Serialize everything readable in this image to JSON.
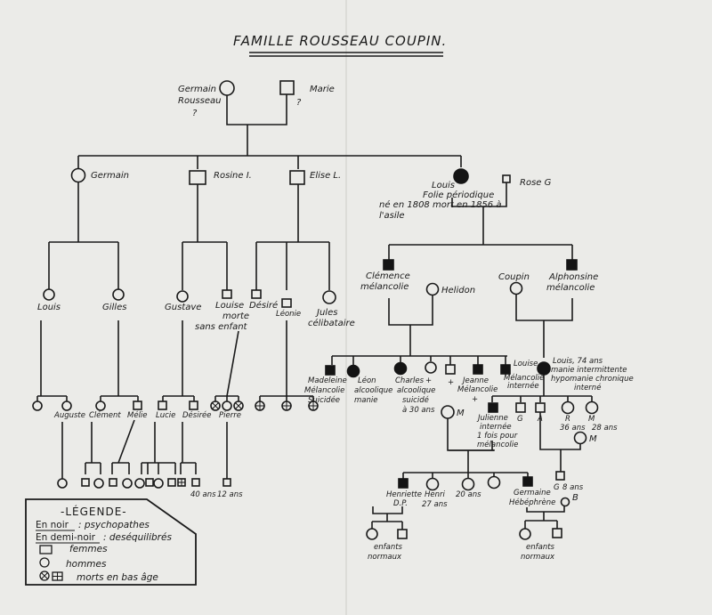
{
  "title": "FAMILLE ROUSSEAU COUPIN.",
  "gen1": {
    "father": {
      "name": "Germain Rousseau",
      "line1": "Germain",
      "line2": "Rousseau",
      "mark": "?"
    },
    "mother": {
      "name": "Marie",
      "mark": "?"
    }
  },
  "gen2": [
    {
      "name": "Germain",
      "sex": "male"
    },
    {
      "name": "Rosine I.",
      "sex": "female"
    },
    {
      "name": "Elise L.",
      "sex": "female"
    },
    {
      "name": "Louis",
      "sex": "male",
      "status": "psychopathe",
      "notes": [
        "Folie périodique",
        "né en 1808 mort en 1856 à",
        "l'asile"
      ]
    },
    {
      "name": "Rose G",
      "sex": "female",
      "role": "spouse"
    }
  ],
  "gen3_left": [
    {
      "name": "Louis",
      "sex": "male"
    },
    {
      "name": "Gilles",
      "sex": "male"
    },
    {
      "name": "Gustave",
      "sex": "male"
    },
    {
      "name": "Louise",
      "sex": "female",
      "notes": [
        "morte",
        "sans enfant"
      ]
    },
    {
      "name": "Désiré",
      "sex": "female"
    },
    {
      "name": "Léonie",
      "sex": "female"
    },
    {
      "name": "Jules",
      "sex": "male",
      "notes": [
        "célibataire"
      ]
    }
  ],
  "gen3_right": [
    {
      "name": "Clémence",
      "sex": "female",
      "status": "psychopathe",
      "note": "mélancolie"
    },
    {
      "name": "Helidon",
      "sex": "male",
      "role": "spouse"
    },
    {
      "name": "Coupin",
      "sex": "male",
      "role": "spouse"
    },
    {
      "name": "Alphonsine",
      "sex": "female",
      "status": "psychopathe",
      "note": "mélancolie"
    }
  ],
  "gen4_left": [
    "Auguste",
    "Clément",
    "Mélie",
    "Lucie",
    "Désirée",
    "Pierre"
  ],
  "gen4_right": [
    {
      "name": "Madeleine",
      "notes": [
        "Mélancolie",
        "Suicidée"
      ]
    },
    {
      "name": "Léon",
      "notes": [
        "alcoolique",
        "manie"
      ]
    },
    {
      "name": "Charles",
      "mark": "+",
      "notes": [
        "alcoolique",
        "suicidé",
        "à 30 ans"
      ]
    },
    {
      "name": "",
      "mark": "+"
    },
    {
      "name": "Jeanne",
      "notes": [
        "Mélancolie",
        "+"
      ]
    },
    {
      "name": "Louise",
      "notes": [
        "Mélancolie",
        "internée"
      ]
    },
    {
      "name": "Louis, 74 ans",
      "notes": [
        "manie intermittente",
        "hypomanie chronique",
        "interné"
      ]
    }
  ],
  "gen5_right": [
    {
      "name": "M"
    },
    {
      "name": "Julienne",
      "notes": [
        "internée",
        "1 fois pour",
        "mélancolie"
      ]
    },
    {
      "name": "G"
    },
    {
      "name": "A"
    },
    {
      "name": "R",
      "age": "36 ans"
    },
    {
      "name": "M",
      "age": "28 ans"
    },
    {
      "name": "M",
      "role": "spouse"
    }
  ],
  "gen6_right": [
    {
      "name": "Henriette",
      "note": "D.P."
    },
    {
      "name": "Henri",
      "age": "27 ans"
    },
    {
      "name": "",
      "age": "20 ans"
    },
    {
      "name": "Germaine",
      "note": "Hébéphrène"
    },
    {
      "name": "B",
      "role": "spouse"
    },
    {
      "name": "G",
      "age": "8 ans"
    }
  ],
  "gen5_left_ages": [
    "40 ans",
    "12 ans"
  ],
  "gen7": {
    "left": [
      "enfants",
      "normaux"
    ],
    "right": [
      "enfants",
      "normaux"
    ]
  },
  "legend": {
    "title": "-LÉGENDE-",
    "black_label": "En noir",
    "black_desc": ": psychopathes",
    "half_label": "En demi-noir",
    "half_desc": ": deséquilibrés",
    "square": "femmes",
    "circle": "hommes",
    "dead": "morts en bas âge"
  }
}
